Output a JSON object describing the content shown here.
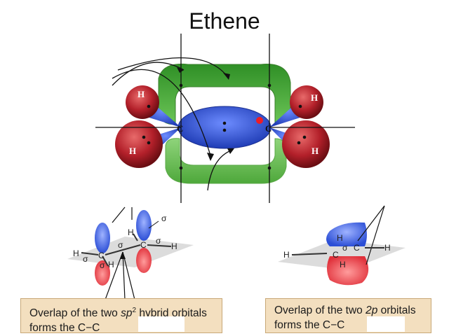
{
  "title": "Ethene",
  "atom_labels": {
    "hydrogen": "H",
    "carbon": "C"
  },
  "sigma_symbol": "σ",
  "caption_left": {
    "line1_prefix": "Overlap of the two ",
    "sp": "sp",
    "superscript": "2",
    "line1_suffix": " hybrid orbitals",
    "line2": "forms the C−C"
  },
  "caption_right": {
    "line1_prefix": "Overlap of the two ",
    "orbital_num": "2",
    "orbital_letter": "p",
    "line1_suffix": " orbitals",
    "line2": "forms the C−C"
  },
  "colors": {
    "pi_lobe_green": "#4caf3a",
    "sigma_blue": "#3057d8",
    "hydrogen_red": "#b3202a",
    "caption_bg": "#f3dfbf"
  }
}
